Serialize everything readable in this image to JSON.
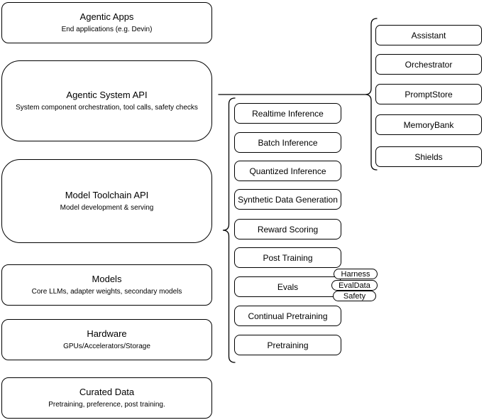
{
  "diagram": {
    "stack": [
      {
        "title": "Agentic Apps",
        "subtitle": "End applications (e.g. Devin)"
      },
      {
        "title": "Agentic System API",
        "subtitle": "System component orchestration, tool calls, safety checks"
      },
      {
        "title": "Model Toolchain API",
        "subtitle": "Model development & serving"
      },
      {
        "title": "Models",
        "subtitle": "Core LLMs, adapter weights, secondary models"
      },
      {
        "title": "Hardware",
        "subtitle": "GPUs/Accelerators/Storage"
      },
      {
        "title": "Curated Data",
        "subtitle": "Pretraining, preference, post training."
      }
    ],
    "toolchain_components": [
      "Realtime Inference",
      "Batch Inference",
      "Quantized Inference",
      "Synthetic Data Generation",
      "Reward Scoring",
      "Post Training",
      "Evals",
      "Continual Pretraining",
      "Pretraining"
    ],
    "eval_tags": [
      "Harness",
      "EvalData",
      "Safety"
    ],
    "system_components": [
      "Assistant",
      "Orchestrator",
      "PromptStore",
      "MemoryBank",
      "Shields"
    ],
    "colors": {
      "stroke": "#000000",
      "background": "#ffffff",
      "text": "#000000"
    }
  }
}
